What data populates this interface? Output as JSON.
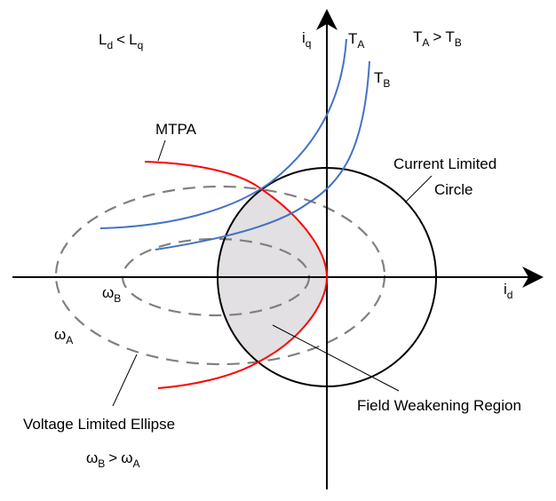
{
  "diagram": {
    "title": "Current and voltage limits in the d-q plane",
    "condition_inductance": {
      "base": "L",
      "left_sub": "d",
      "op": "<",
      "right_sub": "q"
    },
    "torque_relation": {
      "left": "T",
      "left_sub": "A",
      "op": ">",
      "right": "T",
      "right_sub": "B"
    },
    "speed_relation": {
      "left": "ω",
      "left_sub": "B",
      "op": ">",
      "right": "ω",
      "right_sub": "A"
    },
    "axes": {
      "x": {
        "base": "i",
        "sub": "d"
      },
      "y": {
        "base": "i",
        "sub": "q"
      }
    },
    "curves": {
      "torque_a": {
        "base": "T",
        "sub": "A",
        "color": "#4472c4"
      },
      "torque_b": {
        "base": "T",
        "sub": "B",
        "color": "#4472c4"
      },
      "mtpa": {
        "label": "MTPA",
        "color": "#ff0000"
      },
      "ellipse_a": {
        "base": "ω",
        "sub": "A",
        "color": "#808080"
      },
      "ellipse_b": {
        "base": "ω",
        "sub": "B",
        "color": "#808080"
      },
      "circle": {
        "color": "#000000"
      }
    },
    "labels": {
      "current_circle_line1": "Current Limited",
      "current_circle_line2": "Circle",
      "voltage_ellipse": "Voltage Limited Ellipse",
      "field_weakening": "Field Weakening Region"
    },
    "region_fill": "#e2e0e2"
  }
}
